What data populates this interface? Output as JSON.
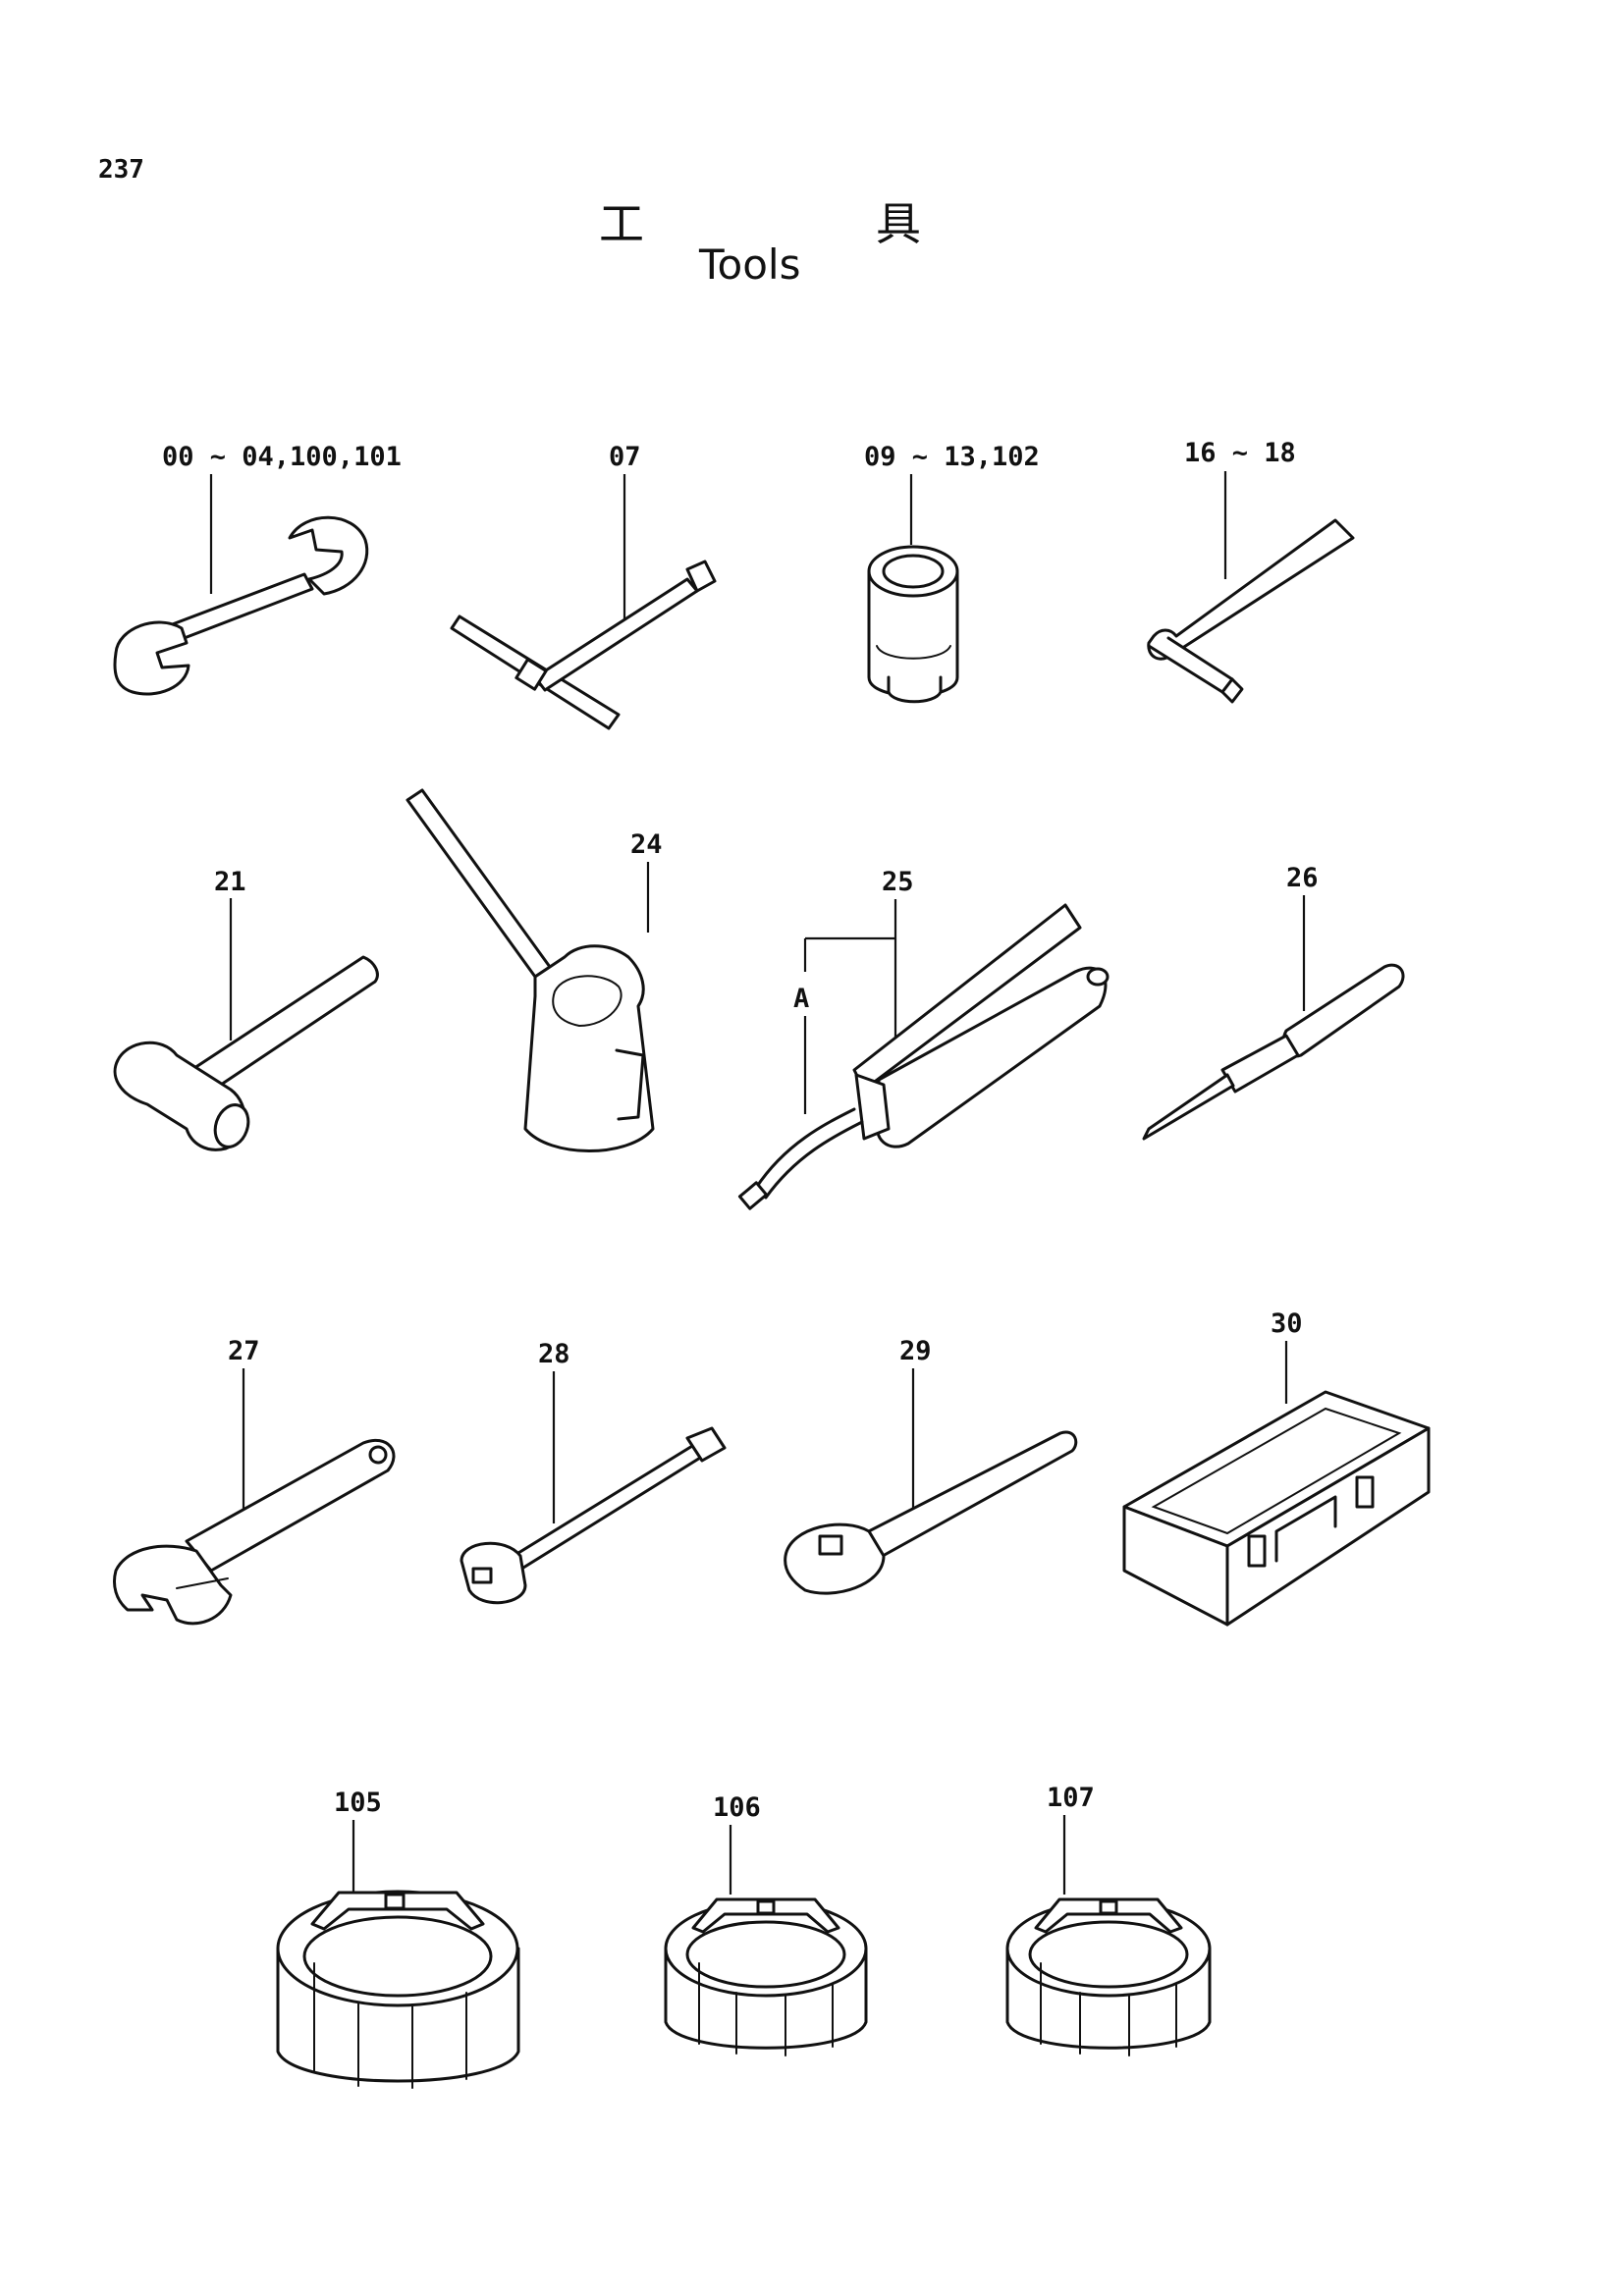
{
  "page_number": "237",
  "title": {
    "jp_left": "工",
    "jp_right": "具",
    "en": "Tools"
  },
  "labels": {
    "wrench": "00 ~ 04,100,101",
    "t_handle": "07",
    "socket": "09 ~ 13,102",
    "hex_key": "16 ~ 18",
    "hammer": "21",
    "oil_can": "24",
    "grease_gun": "25",
    "grease_gun_part": "A",
    "screwdriver": "26",
    "adjustable_wrench": "27",
    "extension_bar": "28",
    "ratchet_handle": "29",
    "tool_box": "30",
    "filter_wrench_1": "105",
    "filter_wrench_2": "106",
    "filter_wrench_3": "107"
  }
}
